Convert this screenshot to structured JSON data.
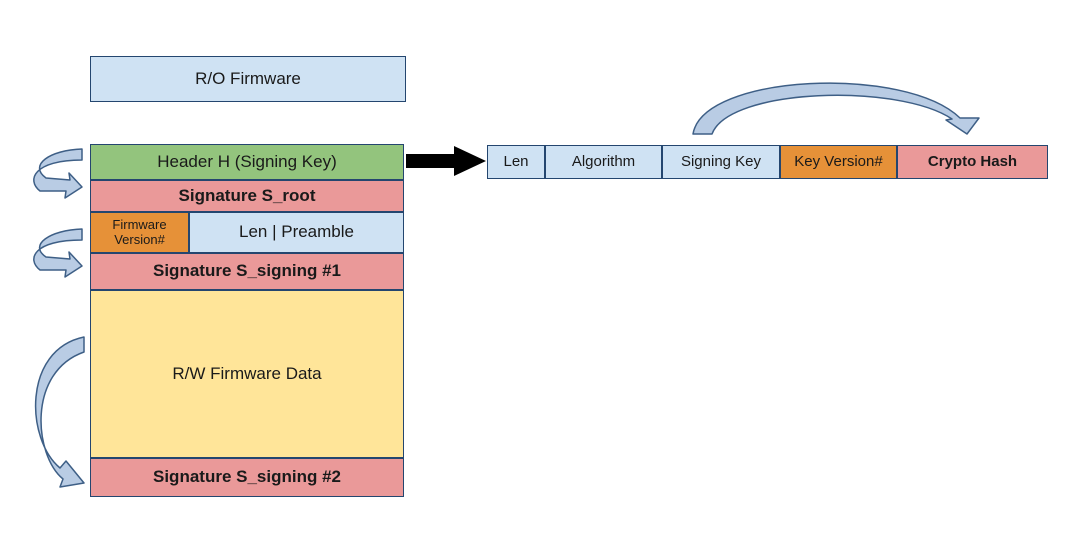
{
  "layout_stack": {
    "ro_firmware": "R/O Firmware",
    "header": "Header H (Signing Key)",
    "signature_root": "Signature S_root",
    "firmware_version": "Firmware Version#",
    "len_preamble": "Len | Preamble",
    "signature_signing_1": "Signature S_signing #1",
    "rw_firmware_data": "R/W Firmware Data",
    "signature_signing_2": "Signature S_signing #2"
  },
  "key_structure": {
    "fields": [
      "Len",
      "Algorithm",
      "Signing Key",
      "Key Version#",
      "Crypto Hash"
    ]
  },
  "colors": {
    "blue": "#cfe2f3",
    "green": "#93c47d",
    "pink": "#ea9999",
    "orange": "#e69138",
    "yellow": "#ffe599",
    "border": "#24466f",
    "arrow_fill": "#b9cce4",
    "arrow_stroke": "#3e5f86"
  }
}
